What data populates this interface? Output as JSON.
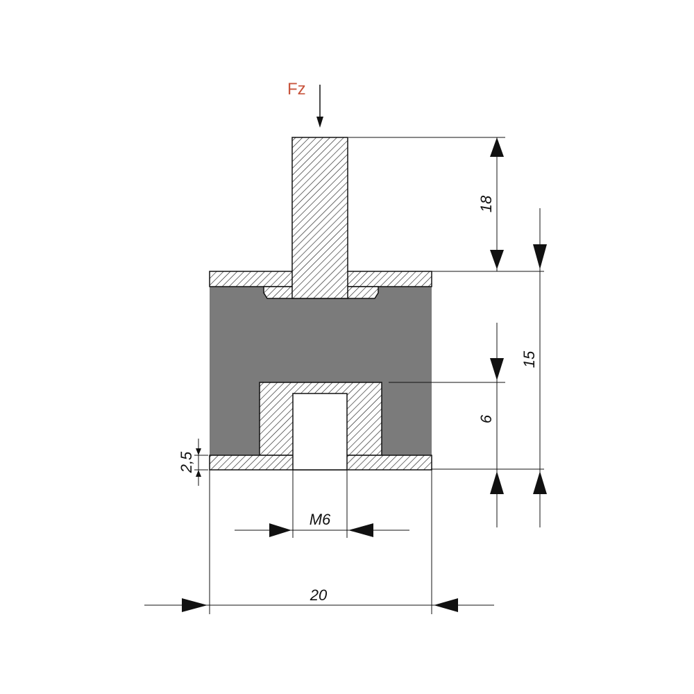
{
  "force_label": "Fz",
  "dimensions": {
    "stud_length": "18",
    "total_height": "15",
    "thread_depth": "6",
    "plate_thickness": "2,5",
    "thread_size": "M6",
    "diameter": "20"
  },
  "colors": {
    "force": "#c8553d",
    "rubber": "#7b7b7b",
    "line": "#111111",
    "hatch": "#222222",
    "background": "#ffffff"
  }
}
